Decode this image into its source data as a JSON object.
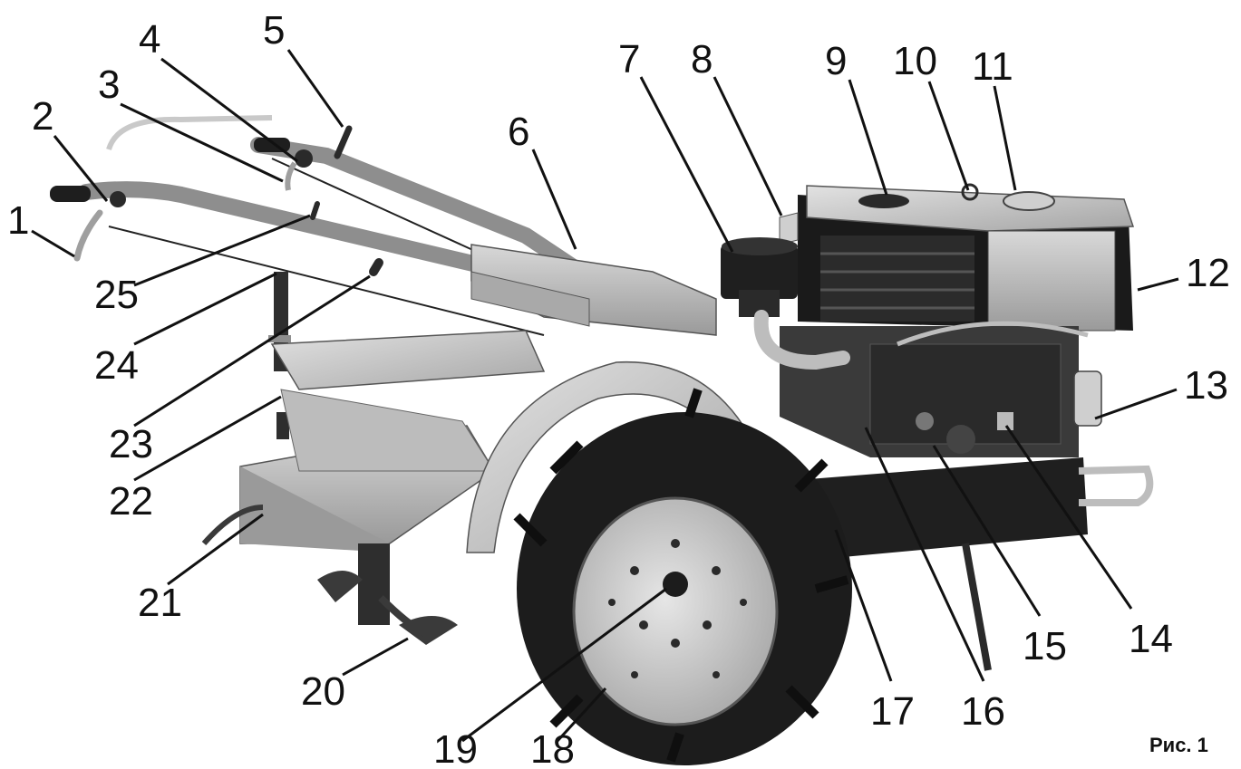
{
  "figure": {
    "caption": "Рис. 1",
    "callouts": [
      "1",
      "2",
      "3",
      "4",
      "5",
      "6",
      "7",
      "8",
      "9",
      "10",
      "11",
      "12",
      "13",
      "14",
      "15",
      "16",
      "17",
      "18",
      "19",
      "20",
      "21",
      "22",
      "23",
      "24",
      "25"
    ]
  },
  "colors": {
    "ink": "#111111",
    "body_metal": "#b7b7b7",
    "dark_part": "#2a2a2a",
    "tire": "#1c1c1c",
    "rim": "#cfcfcf"
  }
}
